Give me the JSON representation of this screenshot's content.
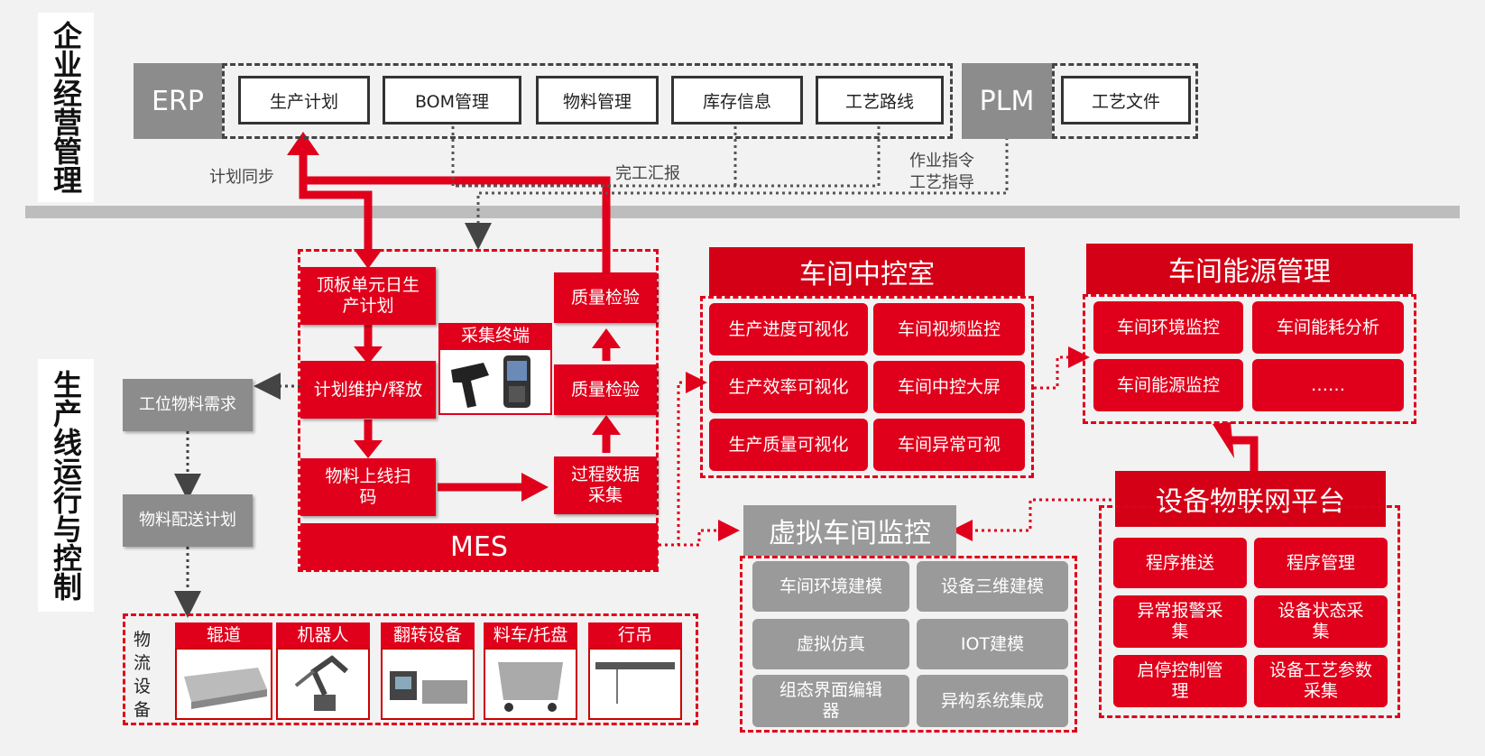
{
  "side_labels": {
    "top": "企业经营管理",
    "bottom": "生产线运行与控制"
  },
  "erp": {
    "label": "ERP",
    "items": [
      "生产计划",
      "BOM管理",
      "物料管理",
      "库存信息",
      "工艺路线"
    ]
  },
  "plm": {
    "label": "PLM",
    "items": [
      "工艺文件"
    ]
  },
  "flow_labels": {
    "plan_sync": "计划同步",
    "completion_report": "完工汇报",
    "work_instruction": "作业指令",
    "process_guide": "工艺指导"
  },
  "mes": {
    "label": "MES",
    "collect_terminal": "采集终端",
    "steps": {
      "daily_plan": "顶板单元日生产计划",
      "plan_release": "计划维护/释放",
      "scan": "物料上线扫码",
      "process_data": "过程数据采集",
      "quality_1": "质量检验",
      "quality_2": "质量检验"
    }
  },
  "material": {
    "station_demand": "工位物料需求",
    "delivery_plan": "物料配送计划"
  },
  "logistics": {
    "label": "物流设备",
    "items": [
      "辊道",
      "机器人",
      "翻转设备",
      "料车/托盘",
      "行吊"
    ]
  },
  "control_room": {
    "title": "车间中控室",
    "items": [
      "生产进度可视化",
      "车间视频监控",
      "生产效率可视化",
      "车间中控大屏",
      "生产质量可视化",
      "车间异常可视"
    ]
  },
  "energy": {
    "title": "车间能源管理",
    "items": [
      "车间环境监控",
      "车间能耗分析",
      "车间能源监控",
      "……"
    ]
  },
  "virtual": {
    "title": "虚拟车间监控",
    "items": [
      "车间环境建模",
      "设备三维建模",
      "虚拟仿真",
      "IOT建模",
      "组态界面编辑器",
      "异构系统集成"
    ]
  },
  "iot": {
    "title": "设备物联网平台",
    "items": [
      "程序推送",
      "程序管理",
      "异常报警采集",
      "设备状态采集",
      "启停控制管理",
      "设备工艺参数采集"
    ]
  },
  "colors": {
    "red": "#e0001b",
    "gray": "#8c8c8c",
    "background": "#f2f2f2"
  }
}
